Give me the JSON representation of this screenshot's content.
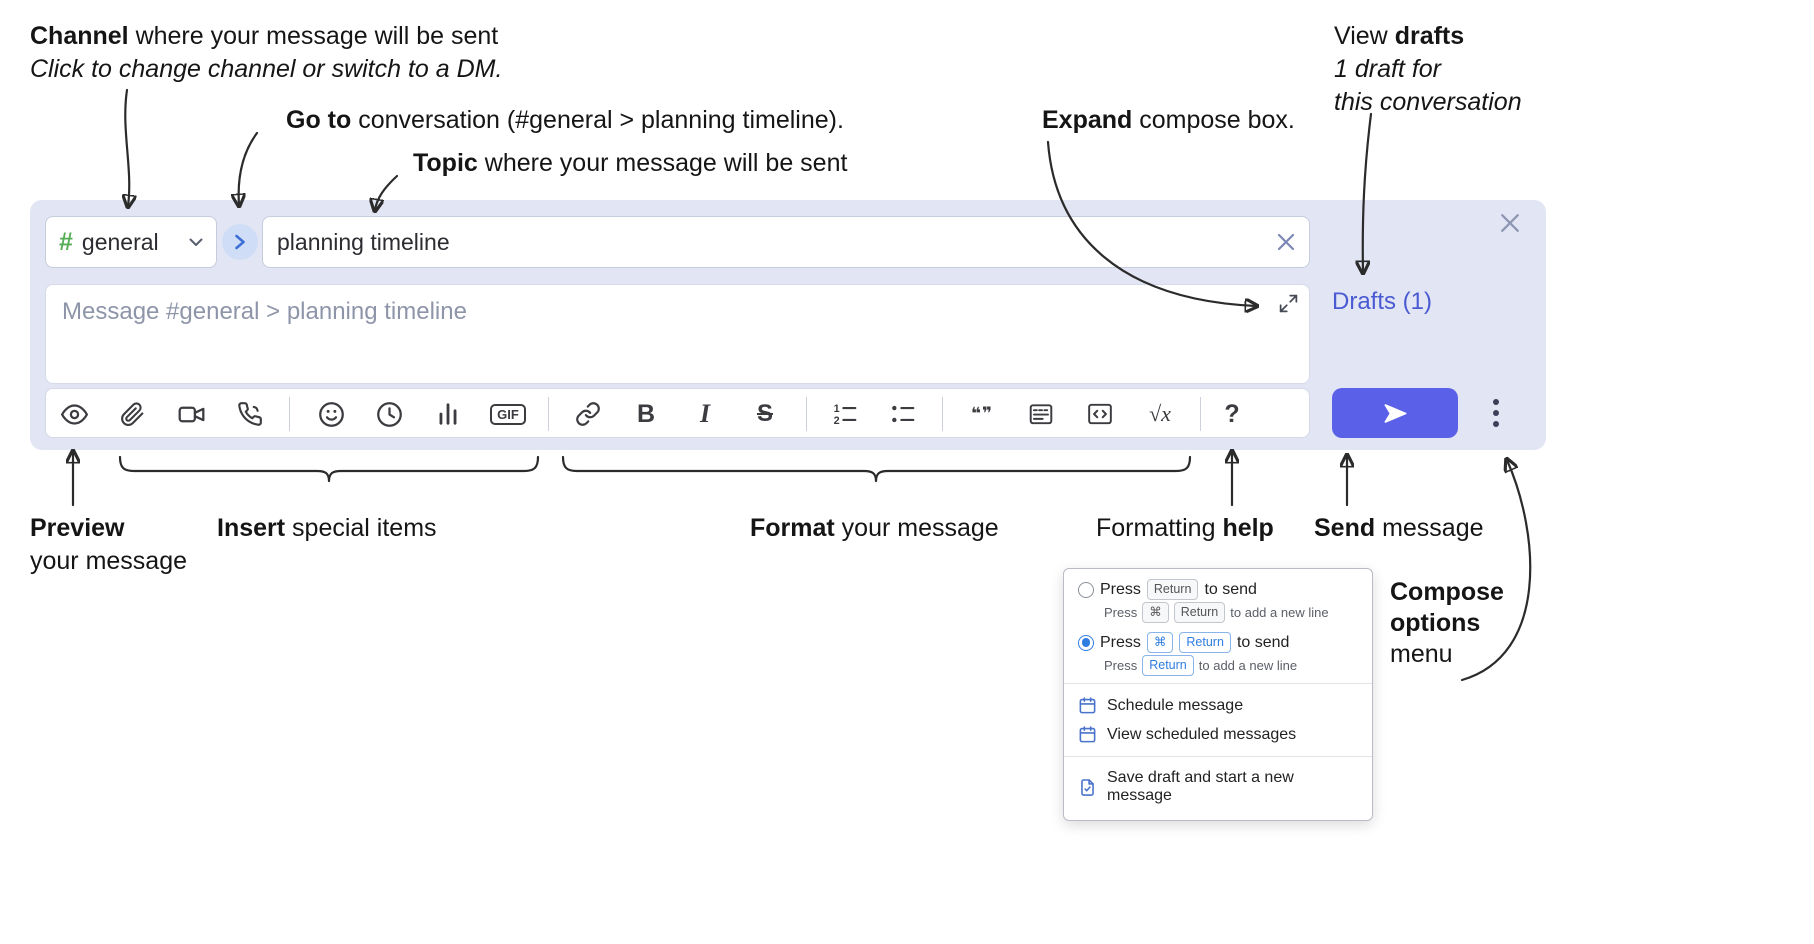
{
  "annotations": {
    "channel_bold": "Channel",
    "channel_rest": " where your message will be sent",
    "channel_italic": "Click to change channel or switch to a DM.",
    "goto_bold": "Go to",
    "goto_rest": " conversation (#general > planning timeline).",
    "topic_bold": "Topic",
    "topic_rest": " where your message will be sent",
    "expand_bold": "Expand",
    "expand_rest": " compose box.",
    "drafts_pre": "View ",
    "drafts_bold": "drafts",
    "drafts_line2": "1 draft for",
    "drafts_line3": "this conversation",
    "preview_bold": "Preview",
    "preview_line2": "your message",
    "insert_bold": "Insert",
    "insert_rest": " special items",
    "format_bold": "Format",
    "format_rest": " your message",
    "help_pre": "Formatting ",
    "help_bold": "help",
    "send_bold": "Send",
    "send_rest": " message",
    "compose_line1": "Compose",
    "compose_line2": "options",
    "compose_line3": "menu"
  },
  "compose": {
    "channel_hash": "#",
    "channel_name": "general",
    "topic_value": "planning timeline",
    "message_placeholder": "Message #general > planning timeline",
    "drafts_label": "Drafts (1)",
    "toolbar": {
      "gif": "GIF",
      "bold": "B",
      "italic": "I",
      "strike": "S",
      "math": "√x",
      "help": "?"
    }
  },
  "icons": {
    "quote_glyph": "❝❞"
  },
  "menu": {
    "opt1_press": "Press",
    "opt1_key": "Return",
    "opt1_suffix": "to send",
    "opt1_sub_press": "Press",
    "opt1_sub_key1": "⌘",
    "opt1_sub_key2": "Return",
    "opt1_sub_suffix": "to add a new line",
    "opt2_press": "Press",
    "opt2_key1": "⌘",
    "opt2_key2": "Return",
    "opt2_suffix": "to send",
    "opt2_sub_press": "Press",
    "opt2_sub_key": "Return",
    "opt2_sub_suffix": "to add a new line",
    "item_schedule": "Schedule message",
    "item_view_scheduled": "View scheduled messages",
    "item_save_draft": "Save draft and start a new message"
  },
  "colors": {
    "compose_bg": "#e2e5f3",
    "accent_send": "#5b60e8",
    "link_blue": "#4a5ad2",
    "hash_green": "#56ad56",
    "key_highlight": "#2f7de1",
    "menu_icon_blue": "#4a73cc"
  }
}
